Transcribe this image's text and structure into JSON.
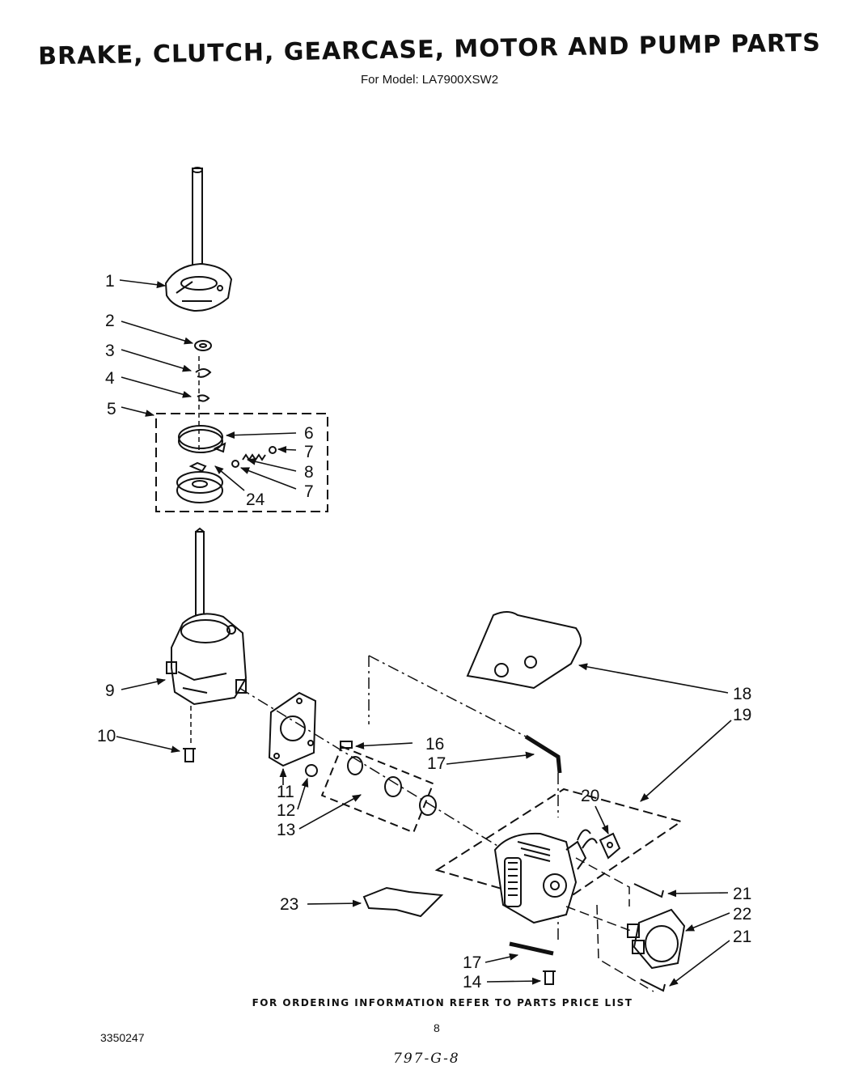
{
  "header": {
    "title": "BRAKE, CLUTCH, GEARCASE, MOTOR AND PUMP PARTS",
    "subtitle": "For Model: LA7900XSW2"
  },
  "callouts": {
    "c1": "1",
    "c2": "2",
    "c3": "3",
    "c4": "4",
    "c5": "5",
    "c6": "6",
    "c7a": "7",
    "c8": "8",
    "c7b": "7",
    "c24": "24",
    "c9": "9",
    "c10": "10",
    "c11": "11",
    "c12": "12",
    "c13": "13",
    "c16": "16",
    "c17a": "17",
    "c18": "18",
    "c19": "19",
    "c20": "20",
    "c21a": "21",
    "c22": "22",
    "c21b": "21",
    "c23": "23",
    "c17b": "17",
    "c14": "14"
  },
  "footer": {
    "note": "FOR ORDERING INFORMATION REFER TO PARTS PRICE LIST",
    "doc_number": "3350247",
    "page_number": "8",
    "handwritten": "797-G-8"
  }
}
